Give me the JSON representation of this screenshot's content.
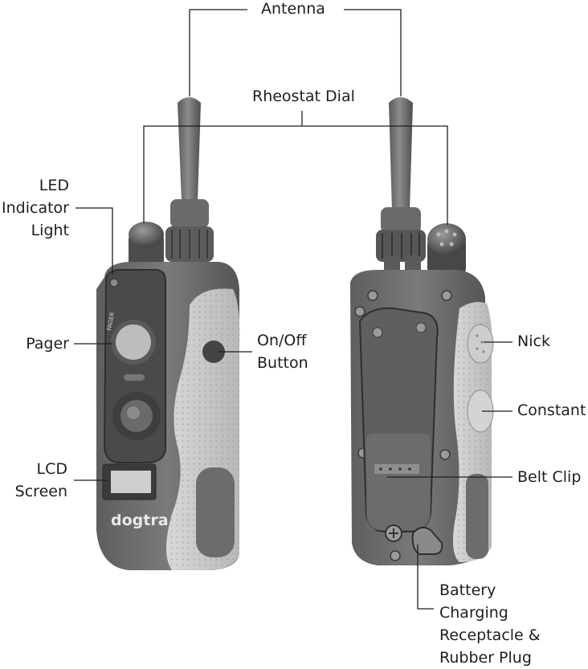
{
  "labels": {
    "antenna": "Antenna",
    "rheostat": "Rheostat Dial",
    "led": [
      "LED",
      "Indicator",
      "Light"
    ],
    "pager": "Pager",
    "onoff": [
      "On/Off",
      "Button"
    ],
    "lcd": [
      "LCD",
      "Screen"
    ],
    "nick": "Nick",
    "constant": "Constant",
    "beltclip": "Belt Clip",
    "battery": [
      "Battery",
      "Charging",
      "Receptacle &",
      "Rubber Plug"
    ]
  },
  "device": {
    "logo_text": "dogtra",
    "pager_button_text": "PAGER"
  },
  "colors": {
    "line": "#1e1e1e",
    "body_dark": "#6e6e6e",
    "body_light": "#c9c9c9"
  }
}
